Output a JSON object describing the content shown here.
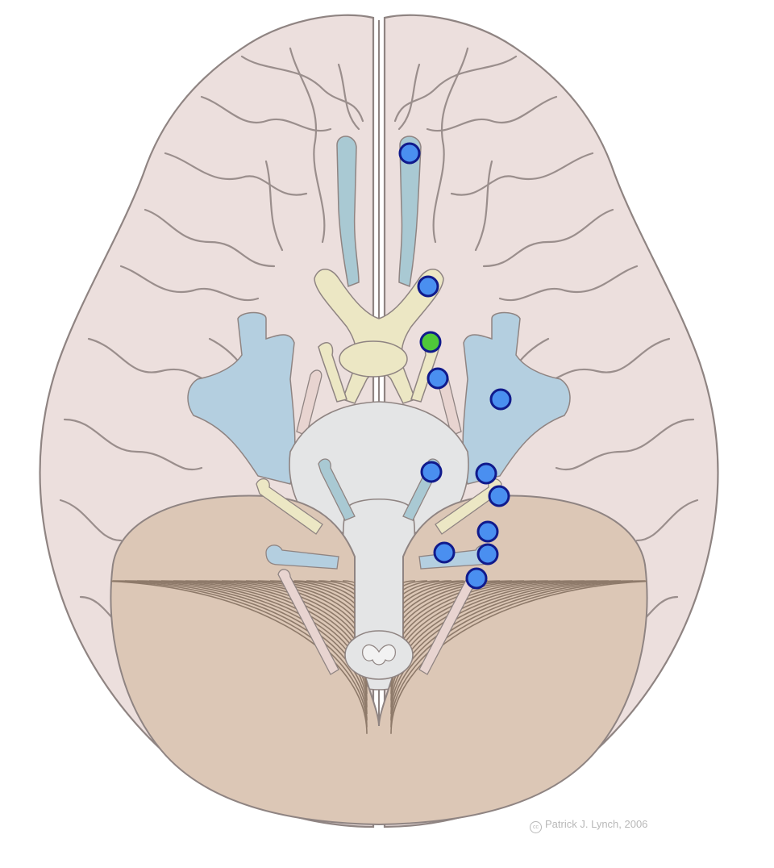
{
  "diagram": {
    "credit": "Patrick J. Lynch, 2006",
    "credit_icon": "cc-license-icon",
    "colors": {
      "cerebrum": "#ecdfdd",
      "outline": "#8f8482",
      "gyri": "#9a8e8c",
      "cerebellum": "#dcc7b6",
      "cerebellum_lines": "#8e7a6a",
      "brainstem": "#e4e5e6",
      "vessel_blue": "#b4cfe0",
      "olfactory_blue": "#a9c9d3",
      "optic_yellow": "#ece7c4",
      "nerve_pink": "#e8d4d0",
      "marker_blue": "#4a8ff0",
      "marker_green": "#4fc83a",
      "marker_stroke": "#101a8c"
    },
    "markers": [
      {
        "id": "olfactory-bulb",
        "color": "blue"
      },
      {
        "id": "optic-nerve",
        "color": "blue"
      },
      {
        "id": "optic-chiasm",
        "color": "green"
      },
      {
        "id": "oculomotor-nerve",
        "color": "blue"
      },
      {
        "id": "temporal-lobe-vessel",
        "color": "blue"
      },
      {
        "id": "trigeminal-nerve",
        "color": "blue"
      },
      {
        "id": "facial-nerve",
        "color": "blue"
      },
      {
        "id": "vestibulocochlear-nerve",
        "color": "blue"
      },
      {
        "id": "glossopharyngeal-nerve",
        "color": "blue"
      },
      {
        "id": "abducens-nerve",
        "color": "blue"
      },
      {
        "id": "vagus-nerve",
        "color": "blue"
      },
      {
        "id": "accessory-nerve",
        "color": "blue"
      }
    ]
  }
}
